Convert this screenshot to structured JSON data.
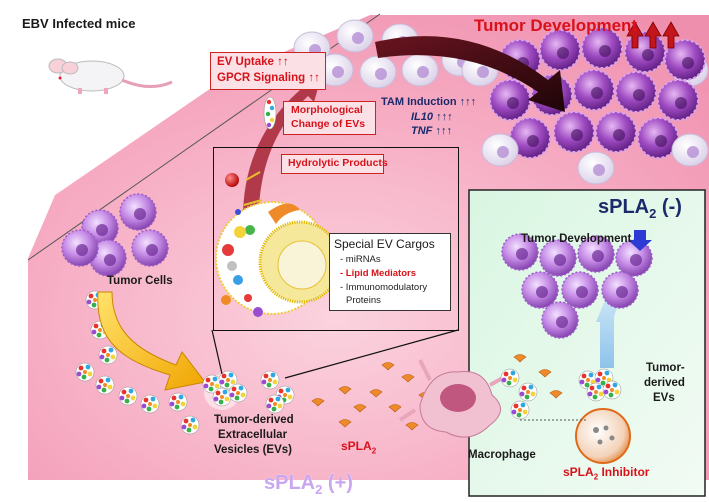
{
  "diagram": {
    "mice_label": "EBV Infected mice",
    "tumor_cells_label": "Tumor Cells",
    "tumor_development_top": "Tumor Development",
    "ev_uptake": "EV Uptake ↑↑",
    "gpcr_signaling": "GPCR Signaling ↑↑",
    "morphological_line1": "Morphological",
    "morphological_line2": "Change of EVs",
    "tam_induction": "TAM Induction ↑↑↑",
    "il10": "IL10",
    "il10_arrows": "↑↑↑",
    "tnf": "TNF",
    "tnf_arrows": "↑↑↑",
    "hydrolytic_products": "Hydrolytic Products",
    "cargo_title": "Special EV Cargos",
    "cargo_items": [
      "- miRNAs",
      "- Lipid Mediators",
      "- Immunomodulatory",
      "Proteins"
    ],
    "ev_label_lines": [
      "Tumor-derived",
      "Extracellular",
      "Vesicles (EVs)"
    ],
    "spla2_small": "sPLA",
    "spla2_small_sub": "2",
    "spla2_plus_main": "sPLA",
    "spla2_plus_sub": "2",
    "spla2_plus_sign": "(+)",
    "spla2_minus_main": "sPLA",
    "spla2_minus_sub": "2",
    "spla2_minus_sign": "(-)",
    "tumor_development_right": "Tumor Development",
    "tumor_derived_evs_lines": [
      "Tumor-",
      "derived",
      "EVs"
    ],
    "macrophage_label": "Macrophage",
    "inhibitor_main": "sPLA",
    "inhibitor_sub": "2",
    "inhibitor_rest": " Inhibitor"
  },
  "colors": {
    "pink_bg": "#f7b8cc",
    "green_bg": "#dff5e6",
    "accent_red": "#d8121a",
    "purple_label": "#c9a6ef",
    "navy": "#1b2a6b"
  }
}
